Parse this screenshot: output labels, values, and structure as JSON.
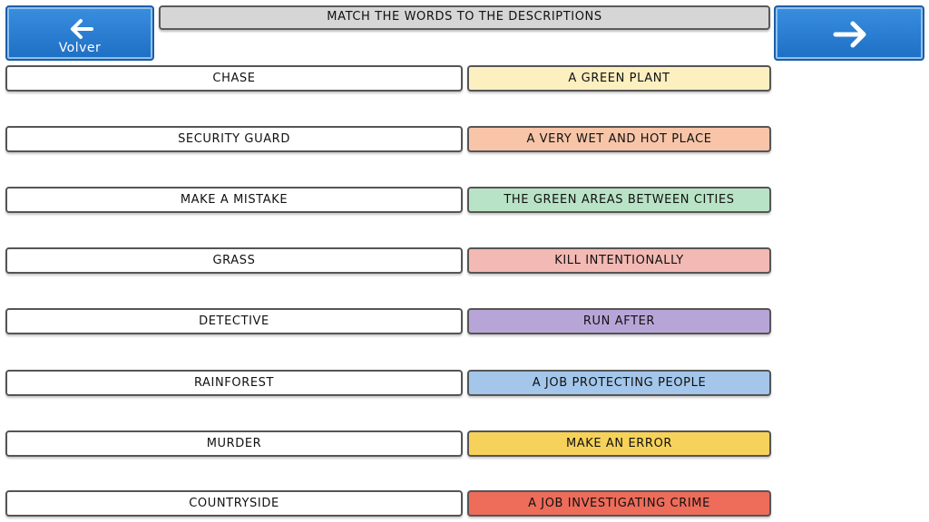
{
  "nav": {
    "back_label": "Volver"
  },
  "title": "MATCH THE WORDS TO THE DESCRIPTIONS",
  "pairs": [
    {
      "word": "CHASE",
      "description": "A GREEN PLANT",
      "color": "#fcefc0"
    },
    {
      "word": "SECURITY GUARD",
      "description": "A VERY WET AND HOT PLACE",
      "color": "#f8c5a8"
    },
    {
      "word": "MAKE A MISTAKE",
      "description": "THE GREEN AREAS BETWEEN CITIES",
      "color": "#b9e3c6"
    },
    {
      "word": "GRASS",
      "description": "KILL INTENTIONALLY",
      "color": "#f3b9b4"
    },
    {
      "word": "DETECTIVE",
      "description": "RUN AFTER",
      "color": "#b8a5d8"
    },
    {
      "word": "RAINFOREST",
      "description": "A JOB PROTECTING PEOPLE",
      "color": "#a3c6ea"
    },
    {
      "word": "MURDER",
      "description": "MAKE AN ERROR",
      "color": "#f7d25a"
    },
    {
      "word": "COUNTRYSIDE",
      "description": "A JOB INVESTIGATING CRIME",
      "color": "#ee6c5a"
    }
  ],
  "icons": {
    "back": "arrow-left-icon",
    "next": "arrow-right-icon"
  }
}
